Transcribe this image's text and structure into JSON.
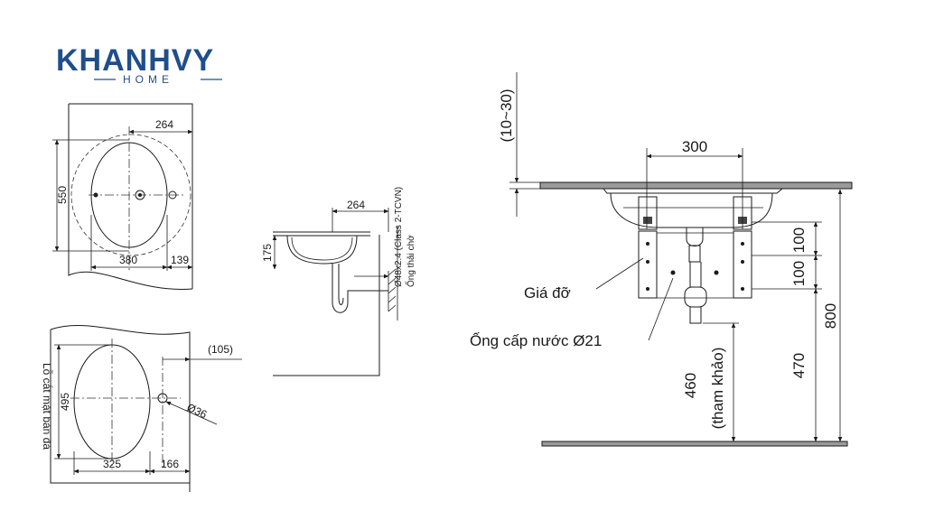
{
  "brand": {
    "name": "KHANHVY",
    "sub": "HOME",
    "color": "#1f4e8c"
  },
  "top_view": {
    "dim_offset": "264",
    "dim_depth": "550",
    "dim_width": "380",
    "dim_edge": "139"
  },
  "side_view": {
    "dim_offset": "264",
    "dim_height": "175",
    "pipe_spec": "Ø48x2.4 (Class 2-TCVN)",
    "pipe_name": "Ống thải chờ"
  },
  "cutout_view": {
    "label": "Lỗ cắt mặt bàn đá",
    "dim_top": "(105)",
    "dim_depth": "495",
    "dim_width": "325",
    "dim_edge": "166",
    "dim_hole": "Ø36"
  },
  "front_view": {
    "dim_gap": "(10~30)",
    "dim_span": "300",
    "dim_100_a": "100",
    "dim_100_b": "100",
    "dim_800": "800",
    "dim_470": "470",
    "dim_460": "460",
    "dim_460_note": "(tham khảo)",
    "label_bracket": "Giá đỡ",
    "label_supply": "Ống cấp nước Ø21"
  }
}
